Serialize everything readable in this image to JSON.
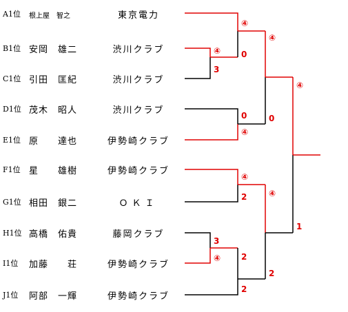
{
  "players": [
    {
      "seed": "A1位",
      "name": "根上屋　智之",
      "club": "東京電力",
      "small": true
    },
    {
      "seed": "B1位",
      "name": "安岡　雄二",
      "club": "渋川クラブ"
    },
    {
      "seed": "C1位",
      "name": "引田　匡紀",
      "club": "渋川クラブ"
    },
    {
      "seed": "D1位",
      "name": "茂木　昭人",
      "club": "渋川クラブ"
    },
    {
      "seed": "E1位",
      "name": "原　　達也",
      "club": "伊勢崎クラブ"
    },
    {
      "seed": "F1位",
      "name": "星　　雄樹",
      "club": "伊勢崎クラブ"
    },
    {
      "seed": "G1位",
      "name": "相田　銀二",
      "club": "ＯＫＩ"
    },
    {
      "seed": "H1位",
      "name": "高橋　佑貴",
      "club": "藤岡クラブ"
    },
    {
      "seed": "I1位",
      "name": "加藤　　荘",
      "club": "伊勢崎クラブ"
    },
    {
      "seed": "J1位",
      "name": "阿部　一輝",
      "club": "伊勢崎クラブ"
    }
  ],
  "scores": {
    "bc_b": "④",
    "bc_c": "3",
    "de_d": "0",
    "de_e": "④",
    "a_bc_a": "④",
    "a_bc_bc": "0",
    "top_a": "④",
    "top_de": "0",
    "fg_f": "④",
    "fg_g": "2",
    "hi_h": "3",
    "hi_i": "④",
    "hij_hi": "2",
    "hij_j": "2",
    "bottom_fg": "④",
    "bottom_hij": "2",
    "final_top": "④",
    "final_bottom": "1"
  },
  "colors": {
    "winner": "#e00000",
    "loser": "#000000"
  }
}
